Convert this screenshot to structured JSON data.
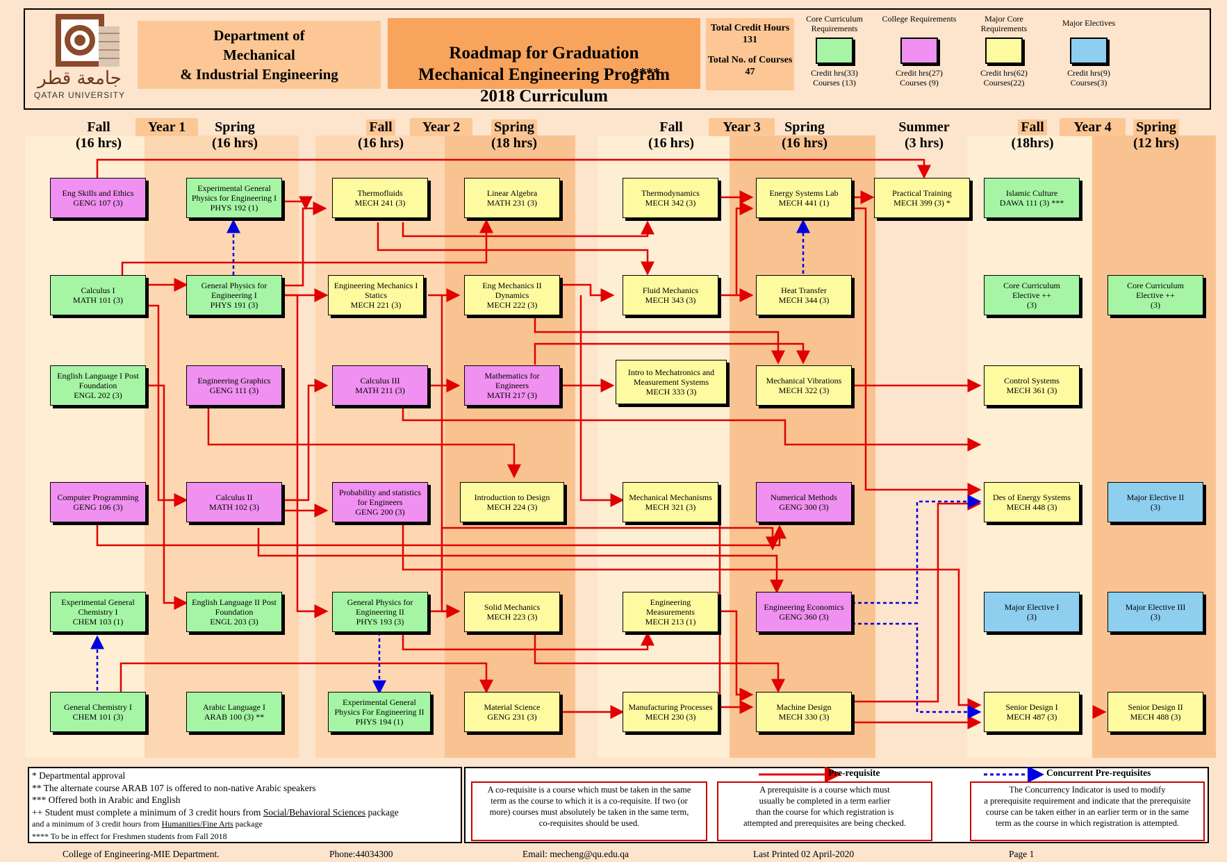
{
  "header": {
    "university": "QATAR UNIVERSITY",
    "university_arabic": "جامعة قطر",
    "department": "Department of\nMechanical\n& Industrial Engineering",
    "title": "Roadmap for Graduation\nMechanical Engineering Program\n2018 Curriculum",
    "stars": "****",
    "total_credit_label": "Total Credit Hours",
    "total_credit_value": "131",
    "total_courses_label": "Total No. of Courses",
    "total_courses_value": "47"
  },
  "legend": [
    {
      "label": "Core Curriculum Requirements",
      "credit": "Credit hrs(33)",
      "courses": "Courses (13)",
      "color": "#a5f5a5"
    },
    {
      "label": "College Requirements",
      "credit": "Credit hrs(27)",
      "courses": "Courses (9)",
      "color": "#f090f0"
    },
    {
      "label": "Major Core Requirements",
      "credit": "Credit hrs(62)",
      "courses": "Courses(22)",
      "color": "#fdfaa0"
    },
    {
      "label": "Major Electives",
      "credit": "Credit hrs(9)",
      "courses": "Courses(3)",
      "color": "#8ecff0"
    }
  ],
  "years": [
    "Year 1",
    "Year 2",
    "Year 3",
    "Year 4"
  ],
  "terms": [
    {
      "name": "Fall",
      "hrs": "(16 hrs)"
    },
    {
      "name": "Spring",
      "hrs": "(16 hrs)"
    },
    {
      "name": "Fall",
      "hrs": "(16 hrs)"
    },
    {
      "name": "Spring",
      "hrs": "(18 hrs)"
    },
    {
      "name": "Fall",
      "hrs": "(16 hrs)"
    },
    {
      "name": "Spring",
      "hrs": "(16 hrs)"
    },
    {
      "name": "Summer",
      "hrs": "(3 hrs)"
    },
    {
      "name": "Fall",
      "hrs": "(18hrs)"
    },
    {
      "name": "Spring",
      "hrs": "(12 hrs)"
    }
  ],
  "courses": {
    "geng107": "Eng Skills and Ethics\nGENG 107 (3)",
    "phys192": "Experimental General\nPhysics for Engineering I\nPHYS 192 (1)",
    "mech241": "Thermofluids\nMECH 241 (3)",
    "math231": "Linear Algebra\nMATH 231 (3)",
    "mech342": "Thermodynamics\nMECH 342 (3)",
    "mech441": "Energy Systems Lab\nMECH 441 (1)",
    "mech399": "Practical Training\nMECH 399 (3) *",
    "dawa111": "Islamic Culture\nDAWA 111 (3) ***",
    "math101": "Calculus I\nMATH 101 (3)",
    "phys191": "General Physics for\nEngineering I\nPHYS 191 (3)",
    "mech221": "Engineering Mechanics I\nStatics\nMECH 221 (3)",
    "mech222": "Eng Mechanics II\nDynamics\nMECH 222 (3)",
    "mech343": "Fluid Mechanics\nMECH 343 (3)",
    "mech344": "Heat Transfer\nMECH 344 (3)",
    "cce1": "Core Curriculum\nElective ++\n(3)",
    "cce2": "Core Curriculum\nElective ++\n(3)",
    "engl202": "English Language I Post\nFoundation\nENGL 202 (3)",
    "geng111": "Engineering Graphics\nGENG 111 (3)",
    "math211": "Calculus III\nMATH 211 (3)",
    "math217": "Mathematics for\nEngineers\nMATH 217 (3)",
    "mech333": "Intro to Mechatronics and\nMeasurement Systems\nMECH 333 (3)",
    "mech322": "Mechanical Vibrations\nMECH 322 (3)",
    "mech361": "Control Systems\nMECH  361 (3)",
    "geng106": "Computer Programming\nGENG 106 (3)",
    "math102": "Calculus II\nMATH 102 (3)",
    "geng200": "Probability and statistics\nfor Engineers\nGENG 200 (3)",
    "mech224": "Introduction to Design\nMECH 224 (3)",
    "mech321": "Mechanical Mechanisms\nMECH 321 (3)",
    "geng300": "Numerical Methods\nGENG 300 (3)",
    "mech448": "Des of Energy Systems\nMECH 448 (3)",
    "me2": "Major Elective II\n(3)",
    "chem103": "Experimental General\nChemistry I\nCHEM 103 (1)",
    "engl203": "English Language II Post\nFoundation\nENGL 203 (3)",
    "phys193": "General Physics for\nEngineering II\nPHYS 193 (3)",
    "mech223": "Solid Mechanics\nMECH 223 (3)",
    "mech213": "Engineering\nMeasurements\nMECH 213 (1)",
    "geng360": "Engineering Economics\nGENG 360 (3)",
    "me1": "Major Elective I\n(3)",
    "me3": "Major Elective III\n(3)",
    "chem101": "General Chemistry I\nCHEM 101 (3)",
    "arab100": "Arabic Language I\nARAB 100 (3) **",
    "phys194": "Experimental General\nPhysics For Engineering II\nPHYS 194 (1)",
    "geng231": "Material Science\nGENG 231 (3)",
    "mech230": "Manufacturing Processes\nMECH 230 (3)",
    "mech330": "Machine Design\nMECH 330 (3)",
    "mech487": "Senior Design  I\nMECH 487 (3)",
    "mech488": "Senior Design  II\nMECH 488 (3)"
  },
  "notes": {
    "n1": "* Departmental approval",
    "n2": "** The alternate course ARAB 107 is offered to non-native Arabic speakers",
    "n3": "*** Offered both in Arabic and English",
    "n4a": "++ Student must complete a minimum  of 3 credit hours from ",
    "n4b": "Social/Behavioral Sciences",
    "n4c": " package",
    "n5a": "and a minimum of 3 credit hours from ",
    "n5b": "Humanities/Fine Arts",
    "n5c": " package",
    "n6": "**** To be in effect for Freshmen students from Fall 2018"
  },
  "legend_lines": {
    "prereq": "Pre-requisite",
    "concurrent": "Concurrent Pre-requisites"
  },
  "definitions": {
    "coreq": "A co-requisite is a course which must be taken in the same\nterm as the course to which it is a co-requisite. If two (or\nmore) courses must absolutely be taken in the same term,\nco-requisites should be used.",
    "prereq": "A prerequisite is a course which must\nusually be completed in a term  earlier\nthan the course for which  registration is\nattempted and prerequisites are being checked.",
    "concurrent": "The Concurrency Indicator is used to modify\na prerequisite requirement and indicate that the prerequisite\ncourse can be taken either in an earlier term or in the same\nterm as the  course in which registration is attempted."
  },
  "footer": {
    "college": "College of Engineering-MIE Department.",
    "phone": "Phone:44034300",
    "email": "Email: mecheng@qu.edu.qa",
    "printed": "Last Printed 02 April-2020",
    "page": "Page 1"
  },
  "colors": {
    "prereq": "#e00000",
    "concurrent": "#0000e0",
    "core": "#a5f5a5",
    "college": "#f090f0",
    "major": "#fdfaa0",
    "elective": "#8ecff0"
  }
}
